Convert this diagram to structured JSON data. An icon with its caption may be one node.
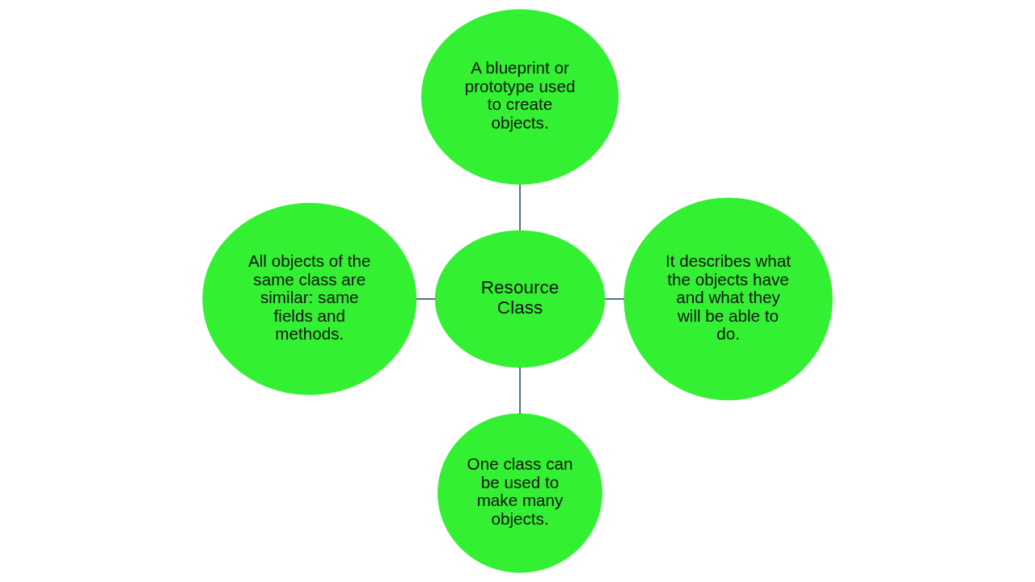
{
  "diagram": {
    "nodes": [
      {
        "text": [
          "A blueprint or prototype used to create objects."
        ]
      },
      {
        "text": [
          "All objects of the same class are similar: same fields and methods."
        ]
      },
      {
        "text": [
          "Resource Class"
        ]
      },
      {
        "text": [
          "It describes what the objects have and what they will be able to do."
        ]
      },
      {
        "text": [
          "One class can be used to make many objects."
        ]
      }
    ],
    "edges": [
      {
        "from": 0,
        "to": 2,
        "arrow": "none"
      },
      {
        "from": 1,
        "to": 2,
        "arrow": "none"
      },
      {
        "from": 2,
        "to": 3,
        "arrow": "none"
      },
      {
        "from": 2,
        "to": 4,
        "arrow": "none"
      }
    ]
  }
}
